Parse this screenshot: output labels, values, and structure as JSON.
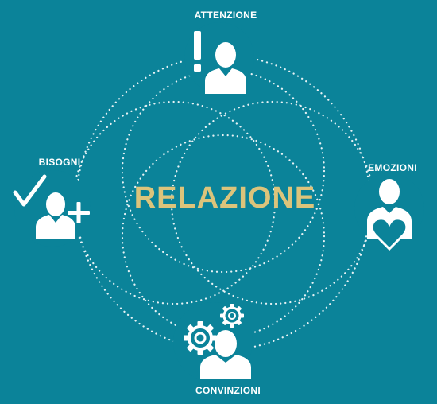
{
  "colors": {
    "background": "#0b8399",
    "accent": "#dcc47b",
    "foreground": "#ffffff"
  },
  "center": {
    "title": "RELAZIONE"
  },
  "nodes": {
    "top": {
      "label": "ATTENZIONE",
      "icon": "person-exclamation-icon"
    },
    "left": {
      "label": "BISOGNI",
      "icon": "person-check-plus-icon"
    },
    "right": {
      "label": "EMOZIONI",
      "icon": "person-heart-icon"
    },
    "bottom": {
      "label": "CONVINZIONI",
      "icon": "person-gears-icon"
    }
  }
}
